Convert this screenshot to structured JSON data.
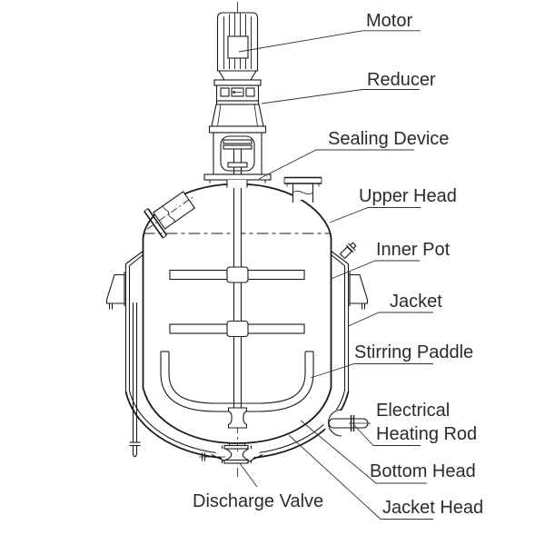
{
  "diagram": {
    "subject": "reaction-kettle-structure",
    "labels": {
      "motor": "Motor",
      "reducer": "Reducer",
      "sealing_device": "Sealing Device",
      "upper_head": "Upper Head",
      "inner_pot": "Inner Pot",
      "jacket": "Jacket",
      "stirring_paddle": "Stirring Paddle",
      "electrical_heating_rod_line1": "Electrical",
      "electrical_heating_rod_line2": "Heating Rod",
      "bottom_head": "Bottom Head",
      "jacket_head": "Jacket Head",
      "discharge_valve": "Discharge Valve"
    },
    "colors": {
      "line": "#1a1a1a",
      "text": "#2b2b2b",
      "background": "#ffffff"
    }
  }
}
